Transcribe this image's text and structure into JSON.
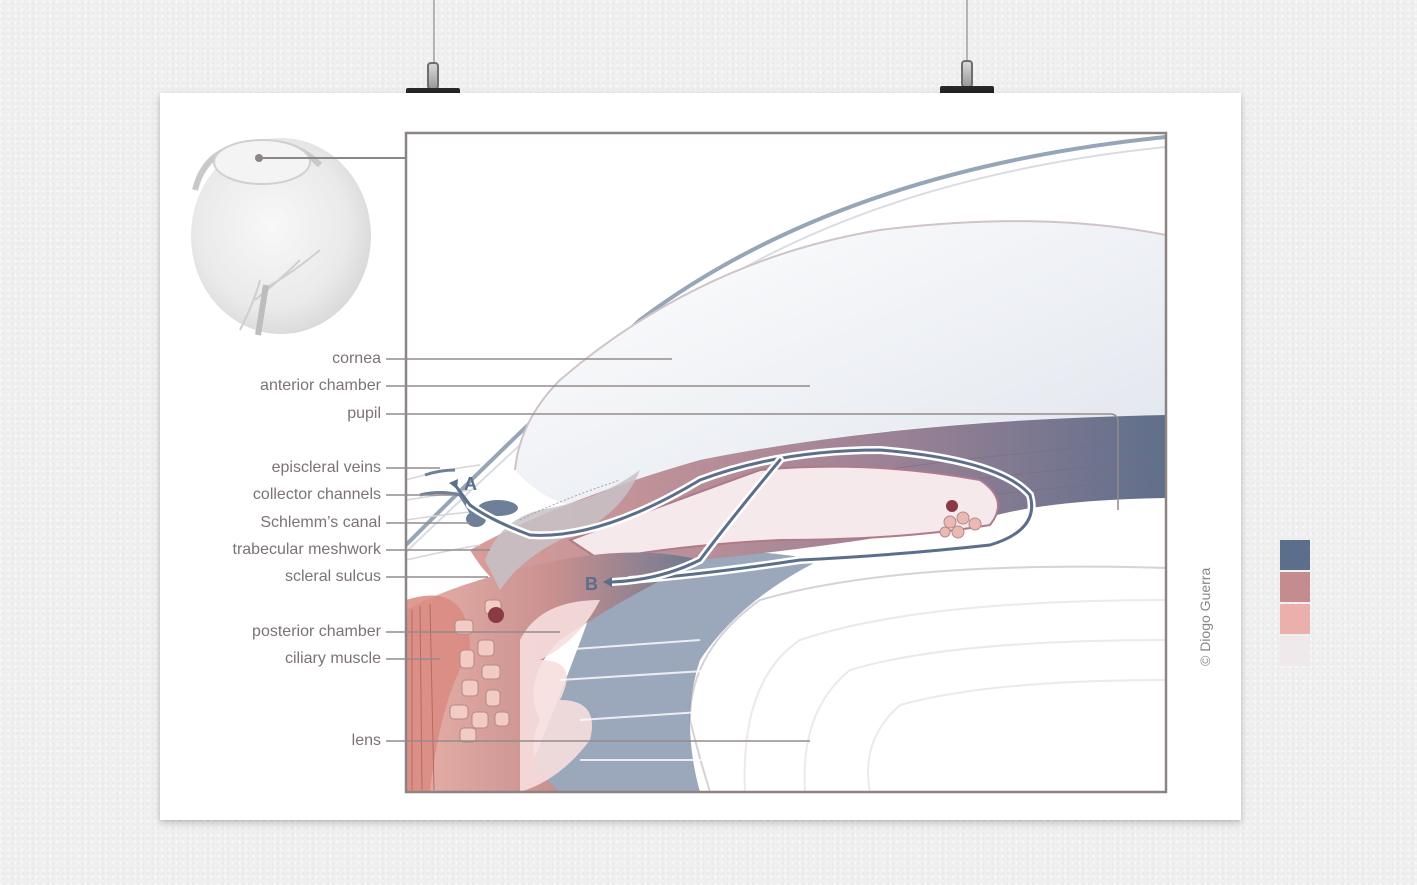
{
  "labels": {
    "cornea": "cornea",
    "anterior_chamber": "anterior chamber",
    "pupil": "pupil",
    "episcleral_veins": "episcleral veins",
    "collector_channels": "collector channels",
    "schlemms_canal": "Schlemm’s canal",
    "trabecular_meshwork": "trabecular meshwork",
    "scleral_sulcus": "scleral sulcus",
    "posterior_chamber": "posterior chamber",
    "ciliary_muscle": "ciliary muscle",
    "lens": "lens"
  },
  "flow_markers": {
    "a": "A",
    "b": "B"
  },
  "credit": "© Diogo Guerra",
  "palette": [
    "#5b6e8c",
    "#c48c8f",
    "#ebb0ab",
    "#f0e9ec"
  ]
}
